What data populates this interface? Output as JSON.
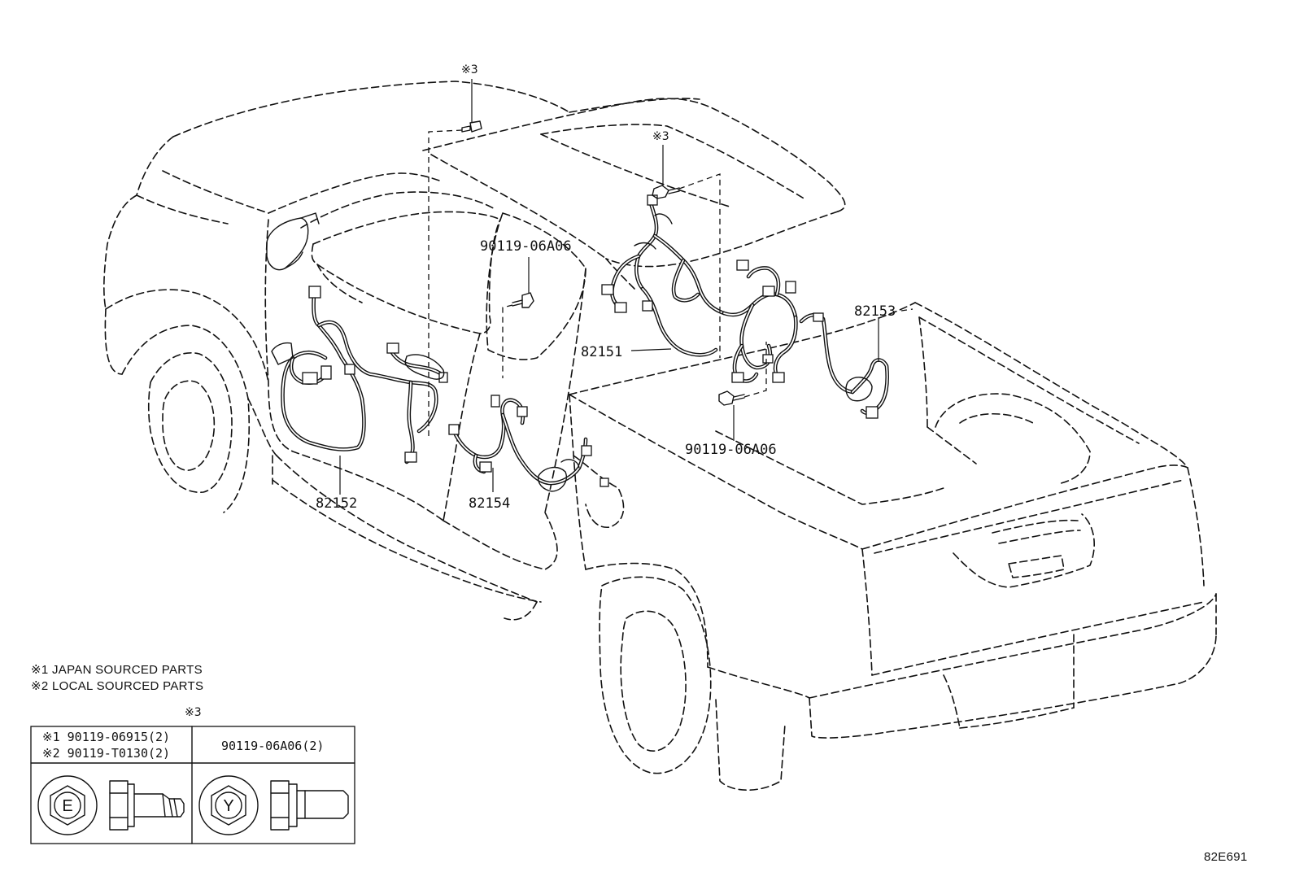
{
  "diagram": {
    "part_labels": {
      "p82151": "82151",
      "p82152": "82152",
      "p82153": "82153",
      "p82154": "82154",
      "bolt_upper": "90119-06A06",
      "bolt_lower": "90119-06A06"
    },
    "markers": {
      "top_left": "※3",
      "top_right": "※3",
      "table": "※3"
    },
    "notes": [
      "※1 JAPAN SOURCED PARTS",
      "※2 LOCAL SOURCED PARTS"
    ],
    "table": {
      "left_line1": "※1 90119-06915(2)",
      "left_line2": "※2 90119-T0130(2)",
      "right_header": "90119-06A06(2)",
      "left_head_letter": "E",
      "right_head_letter": "Y"
    },
    "ref_code": "82E691"
  }
}
